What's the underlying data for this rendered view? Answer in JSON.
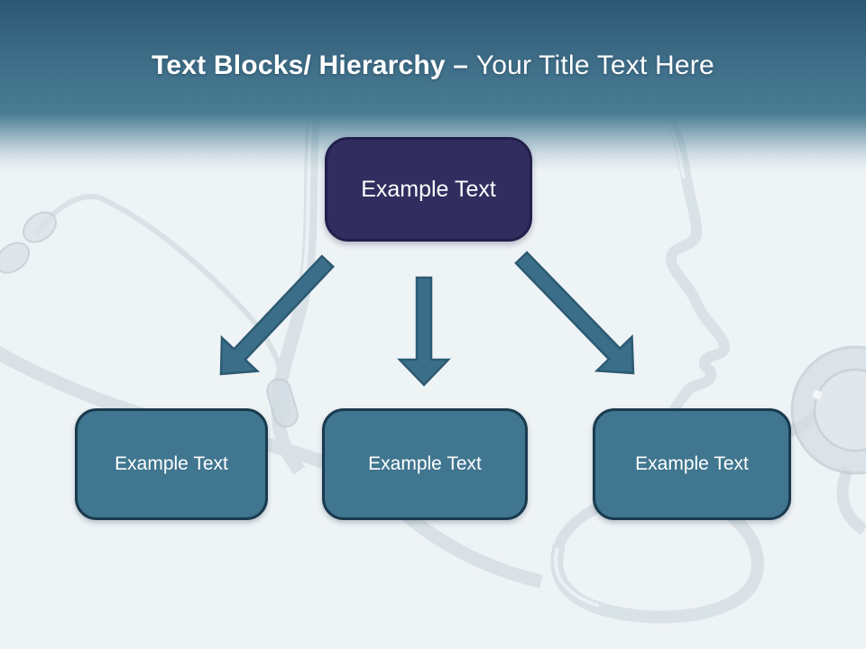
{
  "slide": {
    "title": {
      "bold": "Text Blocks/ Hierarchy",
      "separator": " – ",
      "regular": "Your Title Text Here"
    },
    "hierarchy": {
      "root": {
        "label": "Example Text"
      },
      "children": [
        {
          "label": "Example Text"
        },
        {
          "label": "Example Text"
        },
        {
          "label": "Example Text"
        }
      ]
    },
    "colors": {
      "header_top": "#2b5773",
      "header_bottom": "#497d94",
      "background": "#eef3f6",
      "title_text": "#ffffff",
      "root_fill": "#312e5f",
      "root_border": "#221f4c",
      "child_fill": "#40768f",
      "child_border": "#1a3a4e",
      "arrow_fill": "#3b6e89",
      "arrow_stroke": "#2c5a72",
      "watermark": "#c9d4da"
    }
  }
}
